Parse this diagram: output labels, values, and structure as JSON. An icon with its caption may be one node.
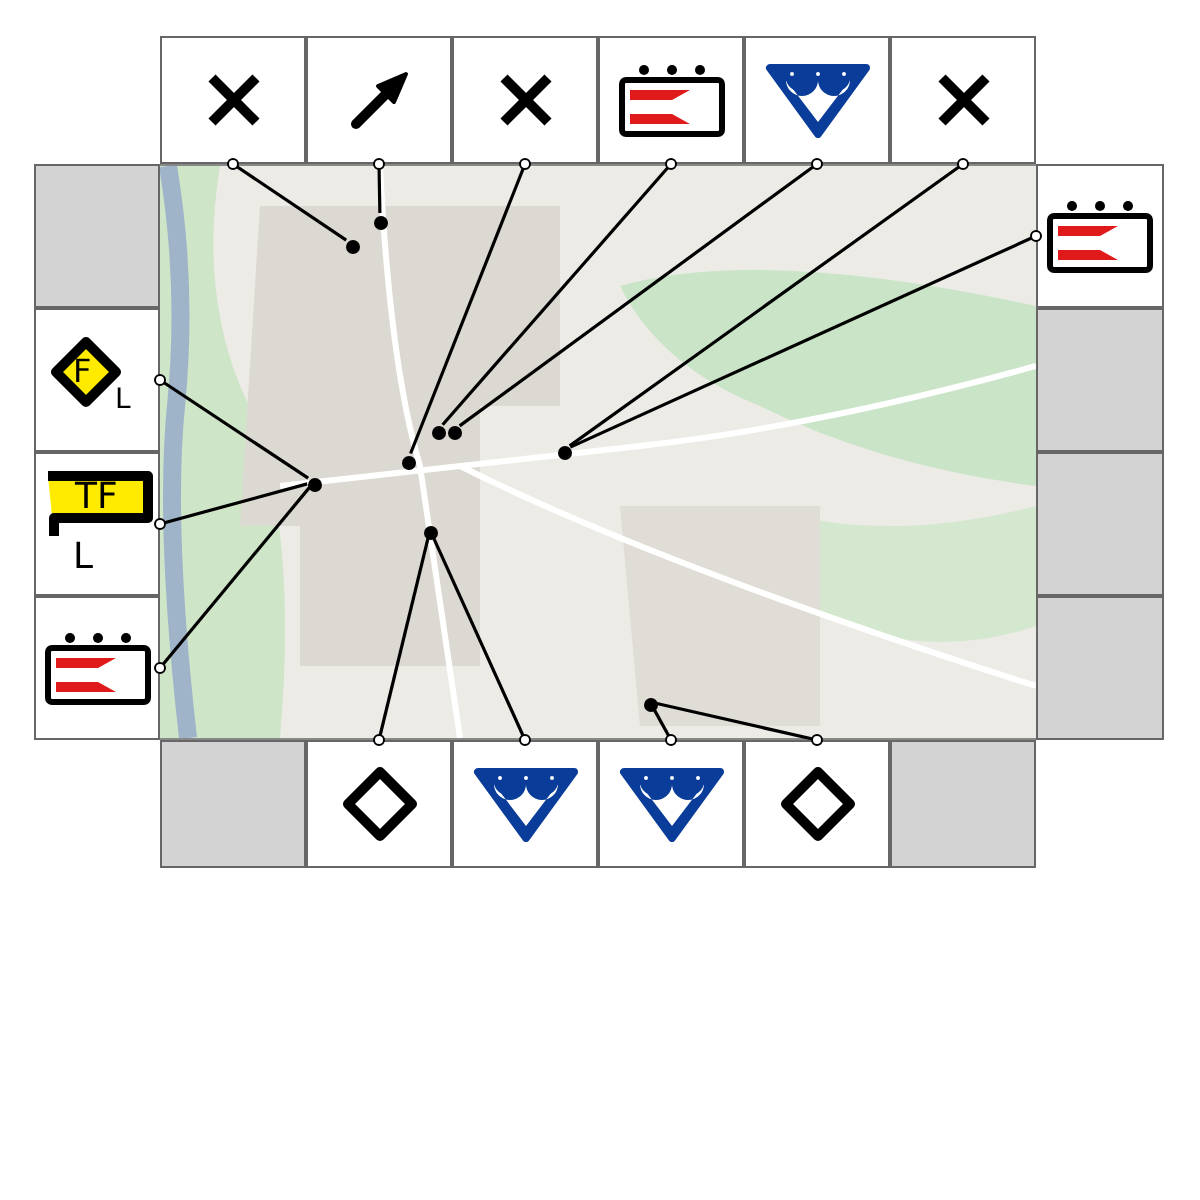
{
  "diagram": {
    "nodes": [
      {
        "text": [],
        "shape": "picture"
      },
      {
        "text": [],
        "shape": "picture"
      },
      {
        "text": [],
        "shape": "picture"
      },
      {
        "text": [],
        "shape": "picture"
      },
      {
        "text": [],
        "shape": "picture"
      },
      {
        "text": [],
        "shape": "picture"
      },
      {
        "text": [],
        "shape": "box"
      },
      {
        "text": [],
        "shape": "picture"
      },
      {
        "text": [],
        "shape": "circle",
        "in": 7
      },
      {
        "text": [],
        "shape": "circle",
        "in": 7
      },
      {
        "text": [],
        "shape": "circle",
        "in": 7
      },
      {
        "text": [],
        "shape": "circle",
        "in": 7
      },
      {
        "text": [],
        "shape": "circle",
        "in": 7
      },
      {
        "text": [],
        "shape": "circle",
        "in": 7
      },
      {
        "text": [],
        "shape": "circle",
        "in": 7
      },
      {
        "text": [],
        "shape": "circle",
        "in": 7
      },
      {
        "text": [],
        "shape": "circle",
        "in": 7
      },
      {
        "text": [],
        "shape": "picture"
      },
      {
        "text": [
          "F",
          "L"
        ]
      },
      {
        "text": [],
        "shape": "box"
      },
      {
        "text": [
          "TF",
          "L"
        ]
      },
      {
        "text": [],
        "shape": "box"
      },
      {
        "text": [],
        "shape": "picture"
      },
      {
        "text": [],
        "shape": "box"
      },
      {
        "text": [],
        "shape": "box"
      },
      {
        "text": [],
        "shape": "picture"
      },
      {
        "text": [],
        "shape": "picture"
      },
      {
        "text": [],
        "shape": "picture"
      },
      {
        "text": [],
        "shape": "picture"
      },
      {
        "text": [],
        "shape": "box"
      }
    ],
    "edges": [
      {
        "from": 0,
        "to": 8,
        "arrow": "other"
      },
      {
        "from": 1,
        "to": 9,
        "arrow": "other"
      },
      {
        "from": 2,
        "to": 10,
        "arrow": "other"
      },
      {
        "from": 3,
        "to": 11,
        "arrow": "other"
      },
      {
        "from": 4,
        "to": 12,
        "arrow": "other"
      },
      {
        "from": 5,
        "to": 13,
        "arrow": "other"
      },
      {
        "from": 17,
        "to": 13,
        "arrow": "other"
      },
      {
        "from": 18,
        "to": 14,
        "arrow": "other"
      },
      {
        "from": 20,
        "to": 14,
        "arrow": "other"
      },
      {
        "from": 22,
        "to": 14,
        "arrow": "other"
      },
      {
        "from": 25,
        "to": 15,
        "arrow": "other"
      },
      {
        "from": 26,
        "to": 15,
        "arrow": "other"
      },
      {
        "from": 27,
        "to": 16,
        "arrow": "other"
      },
      {
        "from": 28,
        "to": 16,
        "arrow": "other"
      }
    ]
  }
}
